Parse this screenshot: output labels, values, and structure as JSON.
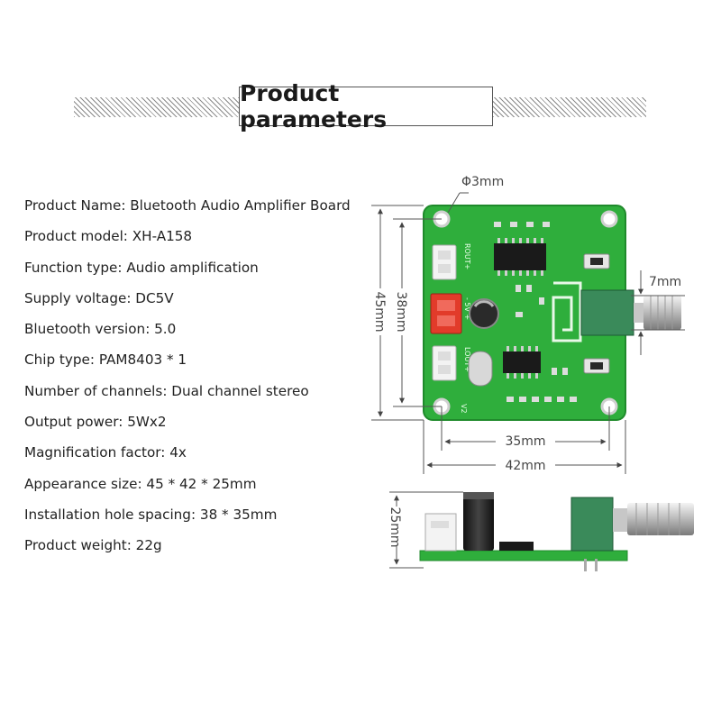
{
  "title": "Product parameters",
  "specs": [
    {
      "label": "Product Name",
      "value": "Bluetooth Audio Amplifier Board"
    },
    {
      "label": "Product model",
      "value": "XH-A158"
    },
    {
      "label": "Function type",
      "value": "Audio amplification"
    },
    {
      "label": "Supply voltage",
      "value": "DC5V"
    },
    {
      "label": "Bluetooth version",
      "value": "5.0"
    },
    {
      "label": "Chip type",
      "value": "PAM8403 * 1"
    },
    {
      "label": "Number of channels",
      "value": "Dual channel stereo"
    },
    {
      "label": "Output power",
      "value": "5Wx2"
    },
    {
      "label": "Magnification factor",
      "value": "4x"
    },
    {
      "label": "Appearance size",
      "value": "45 * 42 * 25mm"
    },
    {
      "label": "Installation hole spacing",
      "value": "38 * 35mm"
    },
    {
      "label": "Product weight",
      "value": "22g"
    }
  ],
  "dimensions": {
    "hole_diameter": "Φ3mm",
    "knob_shaft": "7mm",
    "board_height": "45mm",
    "hole_spacing_vertical": "38mm",
    "hole_spacing_horizontal": "35mm",
    "board_width": "42mm",
    "side_height": "25mm"
  },
  "board_labels": {
    "rout": "ROUT+",
    "power": "- 5V +",
    "lout": "LOUT+",
    "v2": "V2"
  },
  "colors": {
    "pcb": "#2fae3c",
    "pcb_dark": "#1f8a2b",
    "power_connector": "#e23b2a",
    "connector": "#f3f3f3",
    "potentiometer": "#3a8a5a"
  }
}
